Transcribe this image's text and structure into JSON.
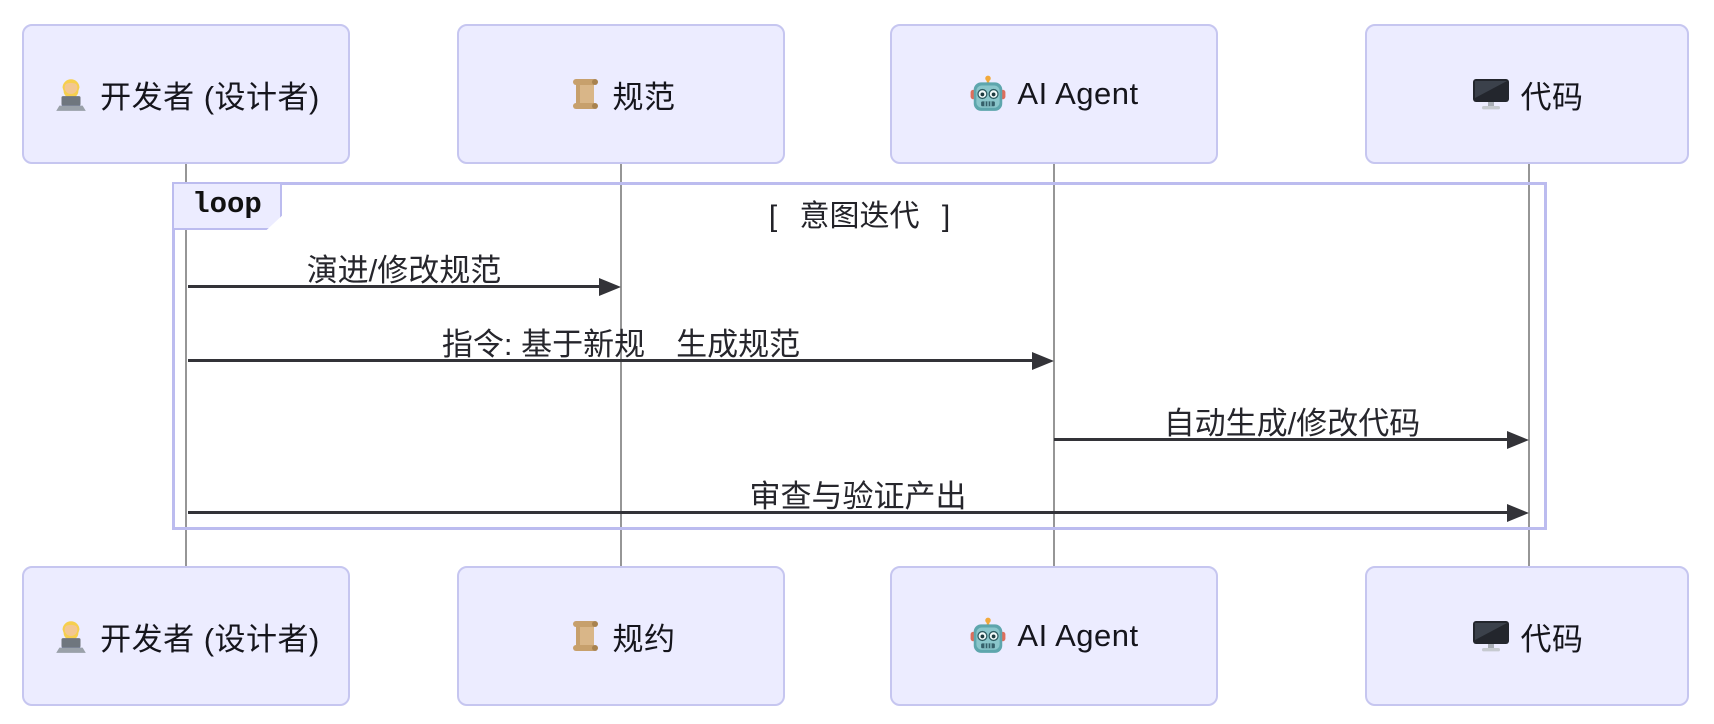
{
  "diagram": {
    "kind": "sequence-diagram",
    "background": "#ffffff"
  },
  "actors_top": [
    {
      "icon": "technologist-emoji",
      "label": "开发者 (设计者)"
    },
    {
      "icon": "scroll-emoji",
      "label": "规范"
    },
    {
      "icon": "robot-emoji",
      "label": "AI Agent"
    },
    {
      "icon": "desktop-computer-emoji",
      "label": "代码"
    }
  ],
  "actors_bottom": [
    {
      "icon": "technologist-emoji",
      "label": "开发者 (设计者)"
    },
    {
      "icon": "scroll-emoji",
      "label": "规约"
    },
    {
      "icon": "robot-emoji",
      "label": "AI Agent"
    },
    {
      "icon": "desktop-computer-emoji",
      "label": "代码"
    }
  ],
  "loop": {
    "label": "loop",
    "condition": "[ 意图迭代 ]"
  },
  "messages": [
    {
      "label": "演进/修改规范",
      "from": "开发者 (设计者)",
      "to": "规范"
    },
    {
      "label": "指令: 基于新规　生成规范",
      "from": "开发者 (设计者)",
      "to": "AI Agent"
    },
    {
      "label": "自动生成/修改代码",
      "from": "AI Agent",
      "to": "代码"
    },
    {
      "label": "审查与验证产出",
      "from": "开发者 (设计者)",
      "to": "代码"
    }
  ],
  "colors": {
    "actor_fill": "#ECECFF",
    "actor_border": "#c6c6f0",
    "loop_border": "#bcbcef",
    "lifeline": "#969696",
    "arrow": "#333338",
    "text": "#15151c"
  }
}
